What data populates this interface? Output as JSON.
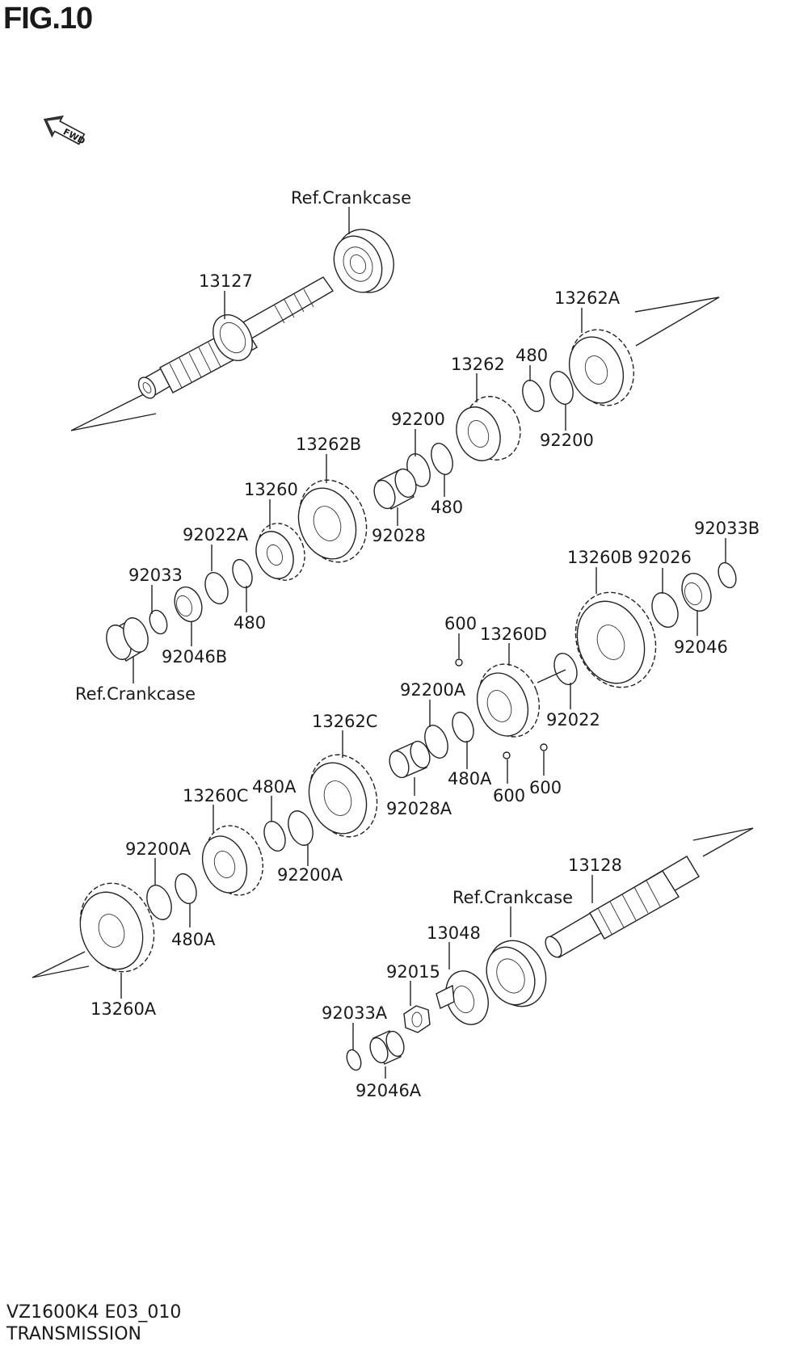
{
  "header": {
    "title": "FIG.10",
    "fwd_label": "FWD"
  },
  "footer": {
    "code": "VZ1600K4 E03_010",
    "name": "TRANSMISSION"
  },
  "callouts": [
    {
      "id": "c1",
      "text": "Ref.Crankcase"
    },
    {
      "id": "c2",
      "text": "13127"
    },
    {
      "id": "c3",
      "text": "13262A"
    },
    {
      "id": "c4",
      "text": "480"
    },
    {
      "id": "c5",
      "text": "13262"
    },
    {
      "id": "c6",
      "text": "92200"
    },
    {
      "id": "c7",
      "text": "92200"
    },
    {
      "id": "c8",
      "text": "480"
    },
    {
      "id": "c9",
      "text": "13262B"
    },
    {
      "id": "c10",
      "text": "92028"
    },
    {
      "id": "c11",
      "text": "13260"
    },
    {
      "id": "c12",
      "text": "92022A"
    },
    {
      "id": "c13",
      "text": "480"
    },
    {
      "id": "c14",
      "text": "92033"
    },
    {
      "id": "c15",
      "text": "92046B"
    },
    {
      "id": "c16",
      "text": "Ref.Crankcase"
    },
    {
      "id": "c17",
      "text": "92033B"
    },
    {
      "id": "c18",
      "text": "13260B"
    },
    {
      "id": "c19",
      "text": "92026"
    },
    {
      "id": "c20",
      "text": "92046"
    },
    {
      "id": "c21",
      "text": "600"
    },
    {
      "id": "c22",
      "text": "13260D"
    },
    {
      "id": "c23",
      "text": "92200A"
    },
    {
      "id": "c24",
      "text": "92022"
    },
    {
      "id": "c25",
      "text": "480A"
    },
    {
      "id": "c26",
      "text": "600"
    },
    {
      "id": "c27",
      "text": "600"
    },
    {
      "id": "c28",
      "text": "13262C"
    },
    {
      "id": "c29",
      "text": "92028A"
    },
    {
      "id": "c30",
      "text": "480A"
    },
    {
      "id": "c31",
      "text": "13260C"
    },
    {
      "id": "c32",
      "text": "92200A"
    },
    {
      "id": "c33",
      "text": "92200A"
    },
    {
      "id": "c34",
      "text": "480A"
    },
    {
      "id": "c35",
      "text": "13260A"
    },
    {
      "id": "c36",
      "text": "13128"
    },
    {
      "id": "c37",
      "text": "Ref.Crankcase"
    },
    {
      "id": "c38",
      "text": "13048"
    },
    {
      "id": "c39",
      "text": "92015"
    },
    {
      "id": "c40",
      "text": "92033A"
    },
    {
      "id": "c41",
      "text": "92046A"
    }
  ]
}
